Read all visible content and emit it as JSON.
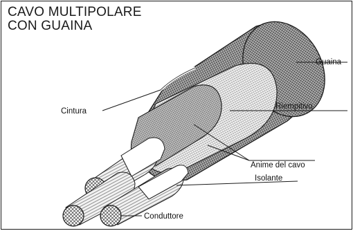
{
  "title": {
    "line1": "CAVO MULTIPOLARE",
    "line2": "CON GUAINA"
  },
  "labels": {
    "guaina": "Guaina",
    "riempitivo": "Riempitivo",
    "cintura": "Cintura",
    "anime": "Anime del cavo",
    "isolante": "Isolante",
    "conduttore": "Conduttore"
  }
}
